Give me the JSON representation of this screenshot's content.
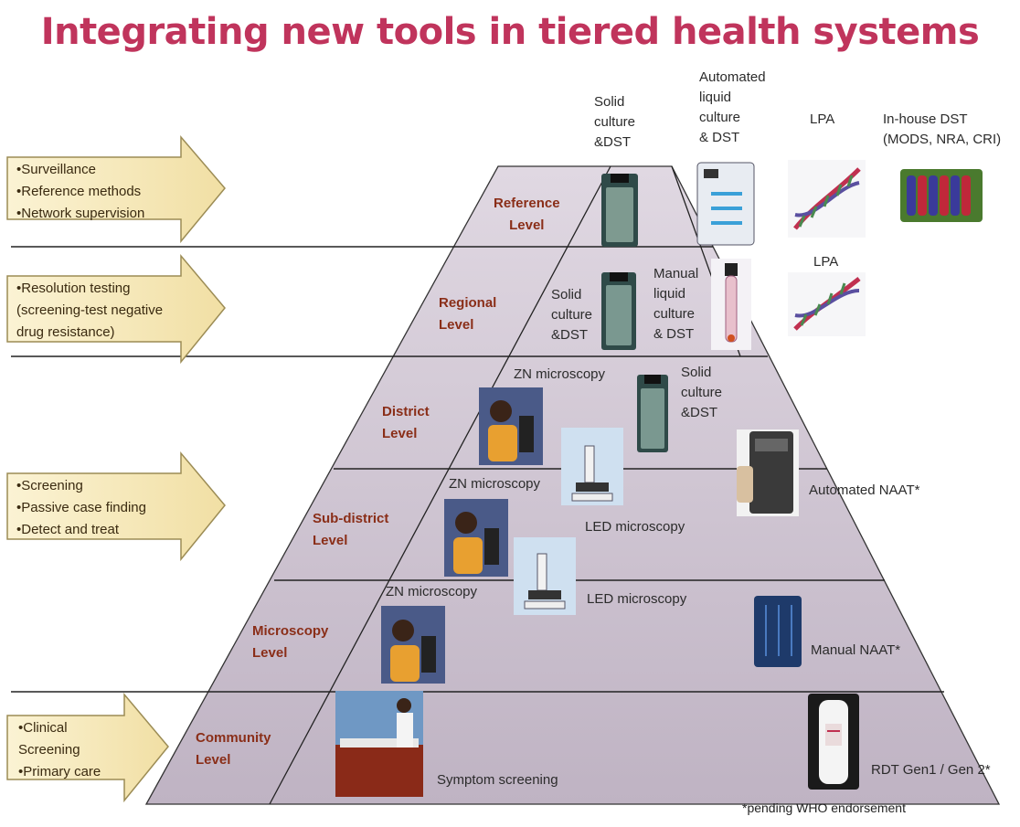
{
  "title": "Integrating new tools in tiered health systems",
  "levels": {
    "reference": [
      "Reference",
      "Level"
    ],
    "regional": [
      "Regional",
      "Level"
    ],
    "district": [
      "District",
      "Level"
    ],
    "subdistrict": [
      "Sub-district",
      "Level"
    ],
    "microscopy": [
      "Microscopy",
      "Level"
    ],
    "community": [
      "Community",
      "Level"
    ]
  },
  "arrows": {
    "a1": [
      "•Surveillance",
      "•Reference methods",
      "•Network supervision"
    ],
    "a2": [
      "•Resolution testing",
      "(screening-test negative",
      "drug resistance)"
    ],
    "a3": [
      "•Screening",
      "•Passive case finding",
      "•Detect and treat"
    ],
    "a4": [
      "•Clinical",
      "Screening",
      "•Primary care"
    ]
  },
  "tools": {
    "ref_solid": [
      "Solid",
      "culture",
      "&DST"
    ],
    "ref_auto": [
      "Automated",
      "liquid",
      "culture",
      "& DST"
    ],
    "ref_lpa": "LPA",
    "ref_inhouse": [
      "In-house DST",
      "(MODS, NRA, CRI)"
    ],
    "reg_solid": [
      "Solid",
      "culture",
      "&DST"
    ],
    "reg_manual": [
      "Manual",
      "liquid",
      "culture",
      "& DST"
    ],
    "reg_lpa": "LPA",
    "dist_zn": "ZN  microscopy",
    "dist_solid": [
      "Solid",
      "culture",
      "&DST"
    ],
    "auto_naat": "Automated NAAT*",
    "sub_zn": "ZN  microscopy",
    "sub_led": "LED  microscopy",
    "mic_zn": "ZN microscopy",
    "mic_led": "LED  microscopy",
    "manual_naat": "Manual NAAT*",
    "symptom": "Symptom screening",
    "rdt": "RDT Gen1 / Gen 2*"
  },
  "footnote": "*pending WHO endorsement",
  "colors": {
    "title": "#c0345c",
    "level_text": "#8a2e18",
    "pyramid_fill": "#c7bccb",
    "arrow_fill": "#f8ecc0",
    "arrow_stroke": "#b0a068"
  }
}
